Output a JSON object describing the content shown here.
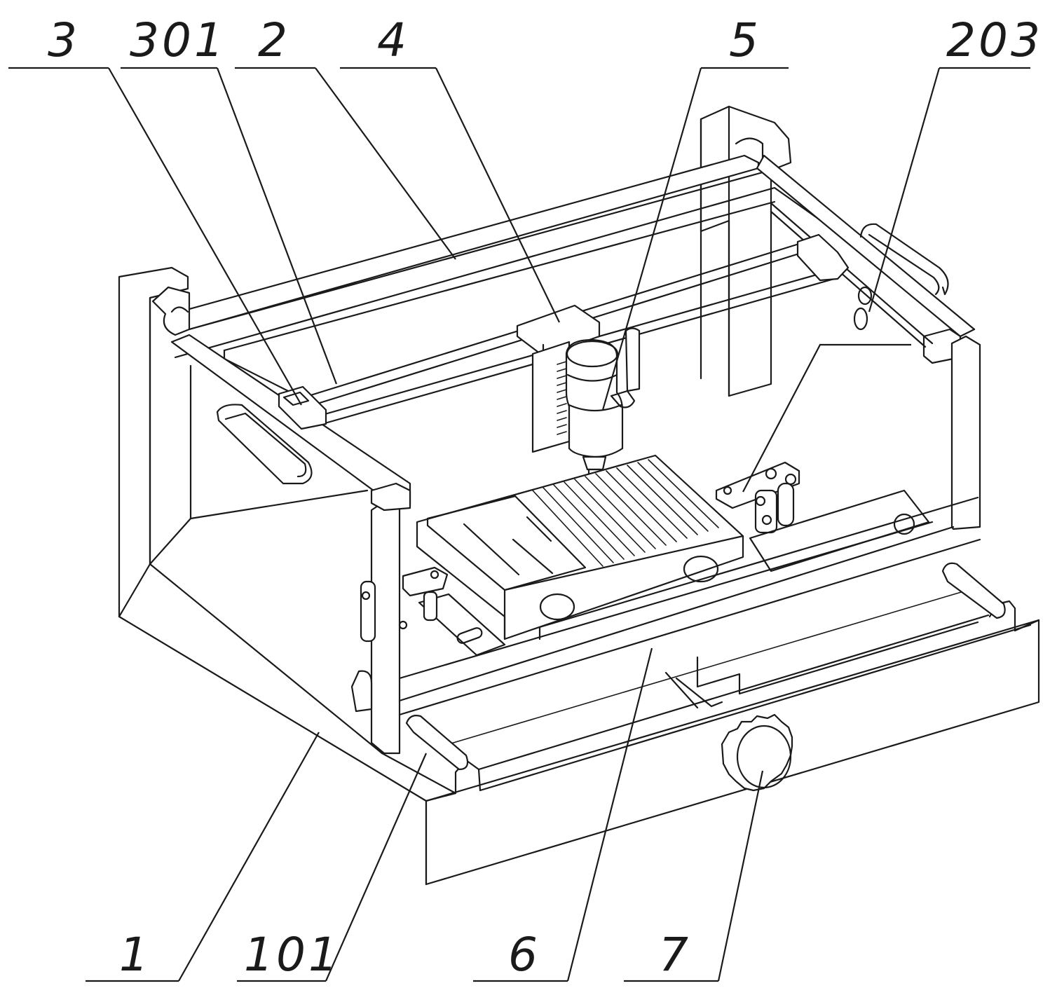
{
  "callouts": {
    "c3": "3",
    "c301": "301",
    "c2": "2",
    "c4": "4",
    "c5": "5",
    "c203": "203",
    "c1": "1",
    "c101": "101",
    "c6": "6",
    "c7": "7"
  }
}
